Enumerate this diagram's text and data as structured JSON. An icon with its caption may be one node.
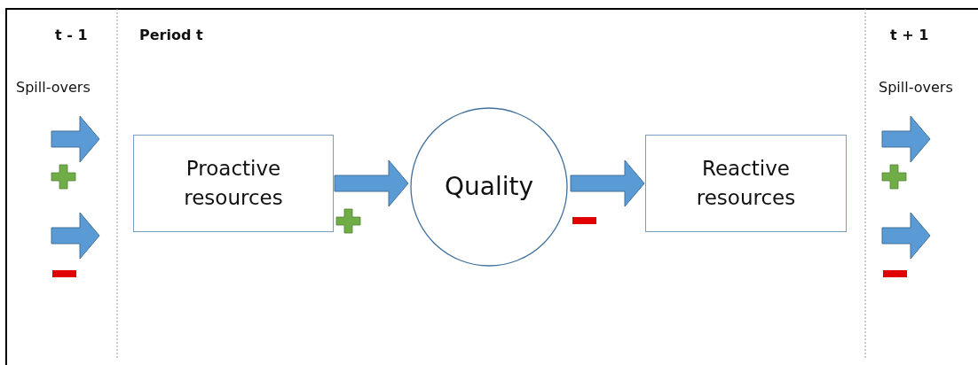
{
  "diagram": {
    "nodes": [
      {
        "text": [
          "Proactive resources"
        ]
      },
      {
        "text": [
          "Quality"
        ]
      },
      {
        "text": [
          "Reactive resources"
        ]
      }
    ],
    "edges": [
      {
        "from": 0,
        "to": 1,
        "arrow": "to"
      },
      {
        "from": 1,
        "to": 2,
        "arrow": "to"
      }
    ],
    "labels": [
      "t - 1",
      "Period t",
      "t + 1",
      "Spill-overs",
      "Spill-overs"
    ]
  }
}
